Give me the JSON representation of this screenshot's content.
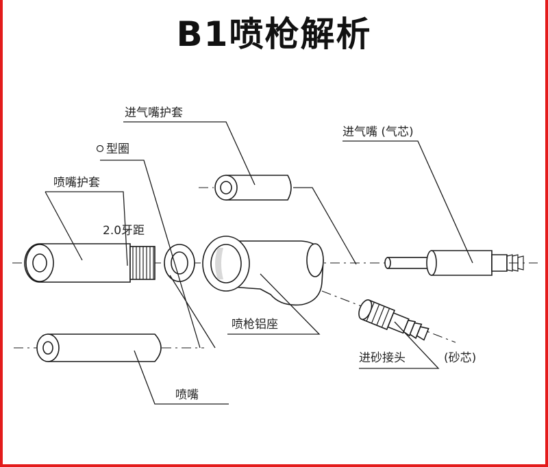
{
  "title": "B1喷枪解析",
  "labels": {
    "inlet_guard": "进气嘴护套",
    "oring": "型圈",
    "inlet_nozzle": "进气嘴 (气芯)",
    "nozzle_guard": "喷嘴护套",
    "thread_pitch": "2.0牙距",
    "gun_base": "喷枪铝座",
    "sand_inlet": "进砂接头",
    "sand_core": "(砂芯)",
    "nozzle": "喷嘴"
  },
  "colors": {
    "frame": "#e31b1b",
    "ink": "#1a1a1a"
  }
}
